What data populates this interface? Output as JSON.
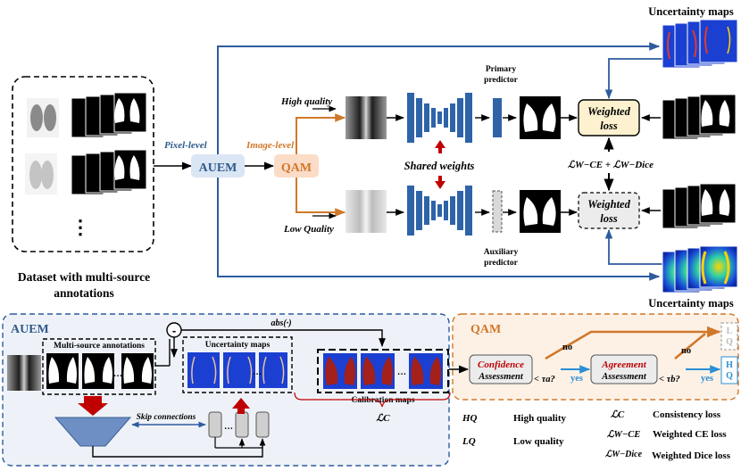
{
  "top": {
    "dataset_caption_line1": "Dataset with multi-source",
    "dataset_caption_line2": "annotations",
    "ellipsis": "⋮",
    "pixel_level": "Pixel-level",
    "image_level": "Image-level",
    "auem": "AUEM",
    "qam": "QAM",
    "high_quality": "High quality",
    "low_quality": "Low Quality",
    "shared_weights": "Shared weights",
    "primary_predictor_1": "Primary",
    "primary_predictor_2": "predictor",
    "auxiliary_predictor_1": "Auxiliary",
    "auxiliary_predictor_2": "predictor",
    "weighted_loss_1": "Weighted",
    "weighted_loss_2": "loss",
    "loss_formula": "ℒW−CE + ℒW−Dice",
    "uncertainty_maps": "Uncertainty maps"
  },
  "auem_panel": {
    "title": "AUEM",
    "multi_source": "Multi-source annotations",
    "uncertainty_maps": "Uncertainty maps",
    "calibration_maps": "Calibration maps",
    "abs": "abs(·)",
    "minus": "-",
    "skip_connections": "Skip connections",
    "lc": "ℒC",
    "dots": "…"
  },
  "qam_panel": {
    "title": "QAM",
    "confidence_1": "Confidence",
    "confidence_2": "Assessment",
    "tau_a": "< τa?",
    "agreement_1": "Agreement",
    "agreement_2": "Assessment",
    "tau_b": "< τb?",
    "yes": "yes",
    "no": "no",
    "lq_l": "L",
    "lq_q": "Q",
    "hq_h": "H",
    "hq_q": "Q"
  },
  "legend": {
    "hq_abbr": "HQ",
    "hq_text": "High quality",
    "lq_abbr": "LQ",
    "lq_text": "Low quality",
    "lc_abbr": "ℒC",
    "lc_text": "Consistency loss",
    "lwce_abbr": "ℒW−CE",
    "lwce_text": "Weighted CE loss",
    "lwdice_abbr": "ℒW−Dice",
    "lwdice_text": "Weighted Dice loss"
  },
  "colors": {
    "blue_arrow": "#2e5b9e",
    "orange_arrow": "#d0782a",
    "auem_box": "#dbe6f4",
    "qam_box": "#fbdcc6",
    "red_arrow": "#c00000",
    "net_blue": "#2e63a8",
    "weighted_primary": "#fdf1cf",
    "panel_auem": "#eef2f8",
    "panel_qam": "#fdf1e6",
    "text_teal": "#2e5b8a",
    "text_red": "#c00000"
  },
  "icons": [
    "chest-xray-image",
    "lung-mask-stack",
    "uncertainty-map-stack",
    "encoder-decoder-network",
    "red-double-arrow"
  ]
}
